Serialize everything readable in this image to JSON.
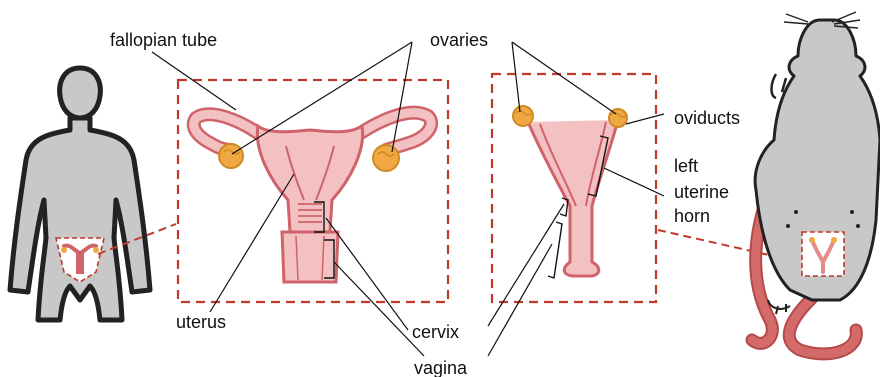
{
  "labels": {
    "fallopian_tube": "fallopian tube",
    "ovaries": "ovaries",
    "oviducts": "oviducts",
    "left": "left",
    "uterine": "uterine",
    "horn": "horn",
    "uterus": "uterus",
    "cervix": "cervix",
    "vagina": "vagina"
  },
  "colors": {
    "body_gray": "#c8c8c8",
    "outline": "#222222",
    "organ_fill": "#f3c1c1",
    "organ_edge": "#d0636a",
    "ovary": "#f0a843",
    "box_dash": "#c0392b",
    "tail": "#d46a6a"
  }
}
